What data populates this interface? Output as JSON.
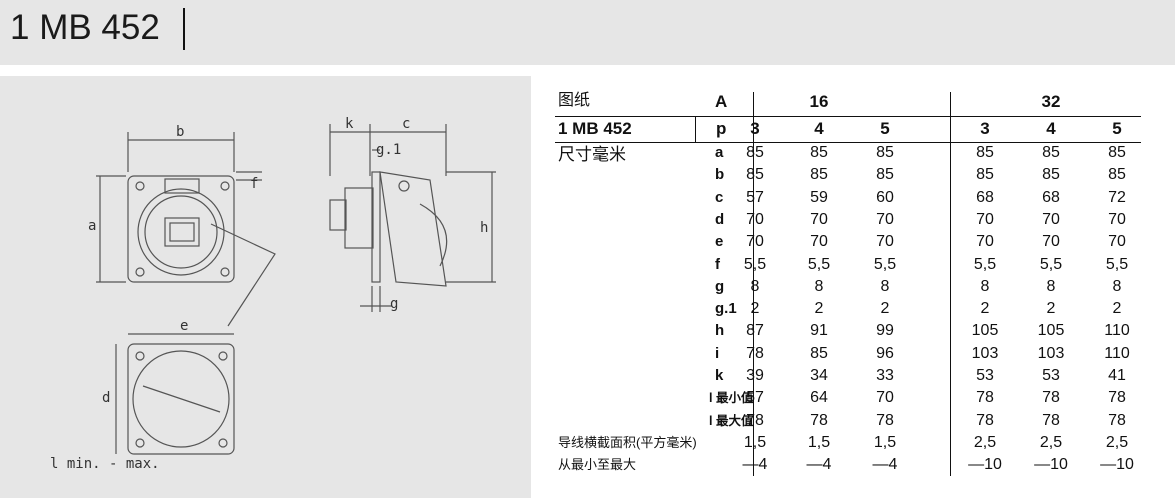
{
  "header": {
    "title": "1 MB 452"
  },
  "drawing_labels": {
    "b": "b",
    "a": "a",
    "f": "f",
    "k": "k",
    "c": "c",
    "g1": "g.1",
    "h": "h",
    "g": "g",
    "e": "e",
    "d": "d",
    "legend": "l  min. - max."
  },
  "table": {
    "top_left_1": "图纸",
    "top_left_2": "1 MB 452",
    "top_left_3": "尺寸毫米",
    "col_A": "A",
    "col_p": "p",
    "group_16": "16",
    "group_32": "32",
    "poles": [
      "3",
      "4",
      "5",
      "3",
      "4",
      "5"
    ],
    "rows": [
      {
        "label": "a",
        "values": [
          "85",
          "85",
          "85",
          "85",
          "85",
          "85"
        ]
      },
      {
        "label": "b",
        "values": [
          "85",
          "85",
          "85",
          "85",
          "85",
          "85"
        ]
      },
      {
        "label": "c",
        "values": [
          "57",
          "59",
          "60",
          "68",
          "68",
          "72"
        ]
      },
      {
        "label": "d",
        "values": [
          "70",
          "70",
          "70",
          "70",
          "70",
          "70"
        ]
      },
      {
        "label": "e",
        "values": [
          "70",
          "70",
          "70",
          "70",
          "70",
          "70"
        ]
      },
      {
        "label": "f",
        "values": [
          "5,5",
          "5,5",
          "5,5",
          "5,5",
          "5,5",
          "5,5"
        ]
      },
      {
        "label": "g",
        "values": [
          "8",
          "8",
          "8",
          "8",
          "8",
          "8"
        ]
      },
      {
        "label": "g.1",
        "values": [
          "2",
          "2",
          "2",
          "2",
          "2",
          "2"
        ]
      },
      {
        "label": "h",
        "values": [
          "87",
          "91",
          "99",
          "105",
          "105",
          "110"
        ]
      },
      {
        "label": "i",
        "values": [
          "78",
          "85",
          "96",
          "103",
          "103",
          "110"
        ]
      },
      {
        "label": "k",
        "values": [
          "39",
          "34",
          "33",
          "53",
          "53",
          "41"
        ]
      },
      {
        "label": "l 最小值",
        "values": [
          "57",
          "64",
          "70",
          "78",
          "78",
          "78"
        ]
      },
      {
        "label": "l 最大值",
        "values": [
          "78",
          "78",
          "78",
          "78",
          "78",
          "78"
        ]
      }
    ],
    "wire_label_1": "导线横截面积(平方毫米)",
    "wire_label_2": "从最小至最大",
    "wire_row_1": [
      "1,5",
      "1,5",
      "1,5",
      "2,5",
      "2,5",
      "2,5"
    ],
    "wire_row_2": [
      "—4",
      "—4",
      "—4",
      "—10",
      "—10",
      "—10"
    ]
  }
}
